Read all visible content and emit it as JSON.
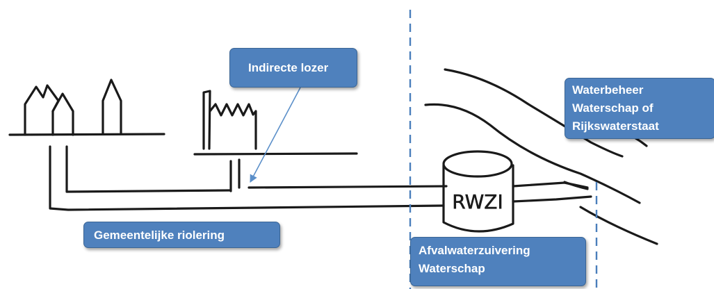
{
  "colors": {
    "box_fill": "#4f81bd",
    "box_border": "#3a6595",
    "divider": "#4a7ebb",
    "arrow": "#5b8fc9",
    "ink": "#1a1a1a"
  },
  "callouts": {
    "indirect_discharger": "Indirecte lozer",
    "water_management": [
      "Waterbeheer",
      "Waterschap of",
      "Rijkswaterstaat"
    ],
    "municipal_sewerage": "Gemeentelijke riolering",
    "wastewater_treatment": [
      "Afvalwaterzuivering",
      "Waterschap"
    ]
  },
  "treatment_plant": {
    "label": "RWZI"
  },
  "icons": [
    "houses-icon",
    "factory-icon",
    "treatment-tank-icon",
    "river-icon",
    "arrow-icon"
  ]
}
